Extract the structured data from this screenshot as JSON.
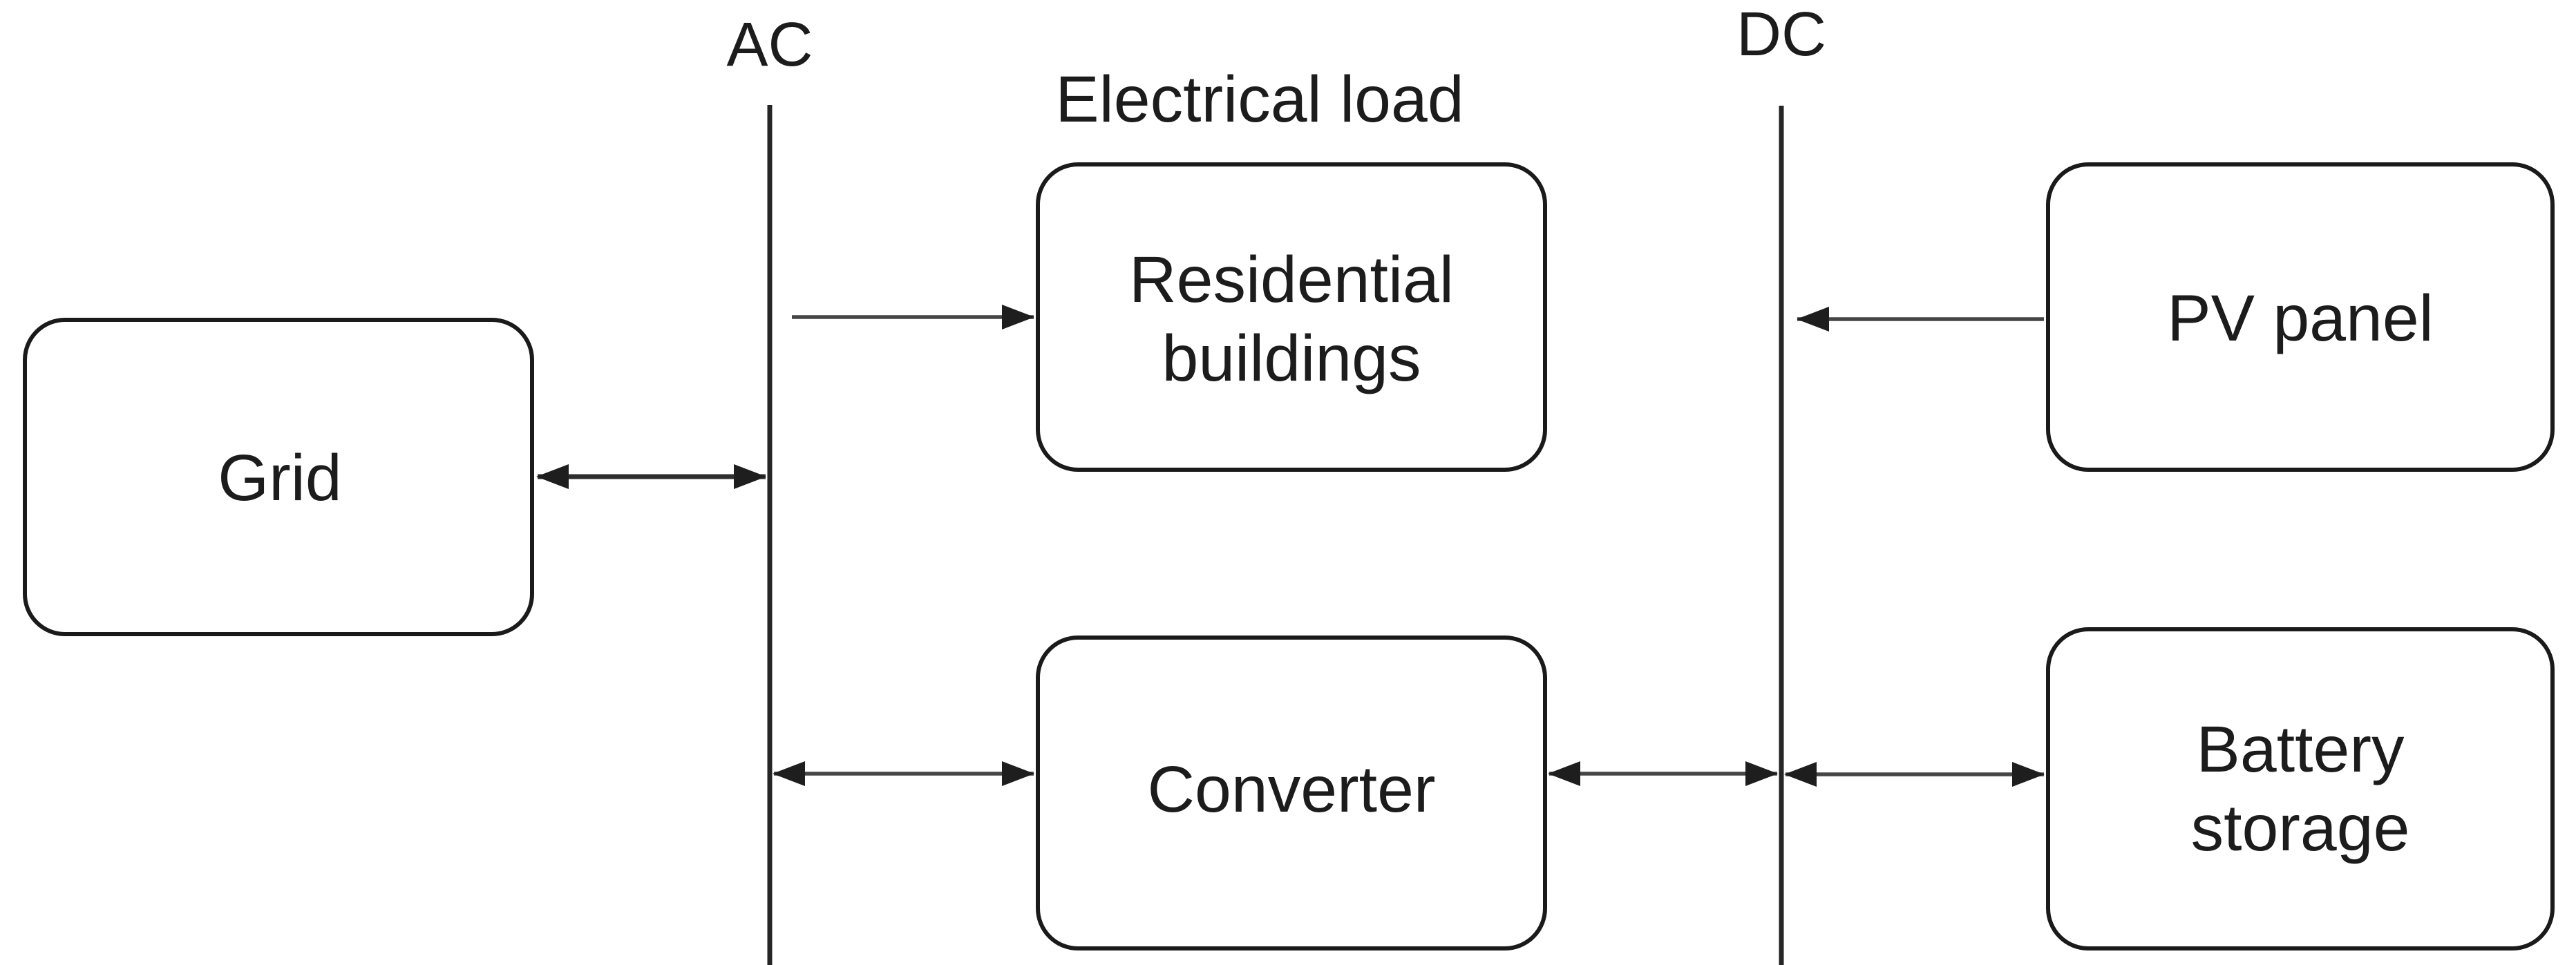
{
  "figure": {
    "type": "diagram",
    "background_color": "#ffffff",
    "stroke_color": "#1a1a1a",
    "arrow_color": "#2e2e2e"
  },
  "buses": {
    "ac": {
      "label": "AC"
    },
    "dc": {
      "label": "DC"
    }
  },
  "nodes": {
    "grid": {
      "label": "Grid"
    },
    "residential": {
      "caption": "Electrical load",
      "label_line1": "Residential",
      "label_line2": "buildings"
    },
    "converter": {
      "label": "Converter"
    },
    "pv_panel": {
      "label": "PV panel"
    },
    "battery": {
      "label_line1": "Battery",
      "label_line2": "storage"
    }
  },
  "edges": [
    {
      "from": "Grid",
      "to": "AC bus",
      "direction": "bidirectional"
    },
    {
      "from": "AC bus",
      "to": "Residential buildings",
      "direction": "unidirectional"
    },
    {
      "from": "PV panel",
      "to": "DC bus",
      "direction": "unidirectional"
    },
    {
      "from": "AC bus",
      "to": "Converter",
      "direction": "bidirectional"
    },
    {
      "from": "Converter",
      "to": "DC bus",
      "direction": "bidirectional"
    },
    {
      "from": "DC bus",
      "to": "Battery storage",
      "direction": "bidirectional"
    }
  ]
}
